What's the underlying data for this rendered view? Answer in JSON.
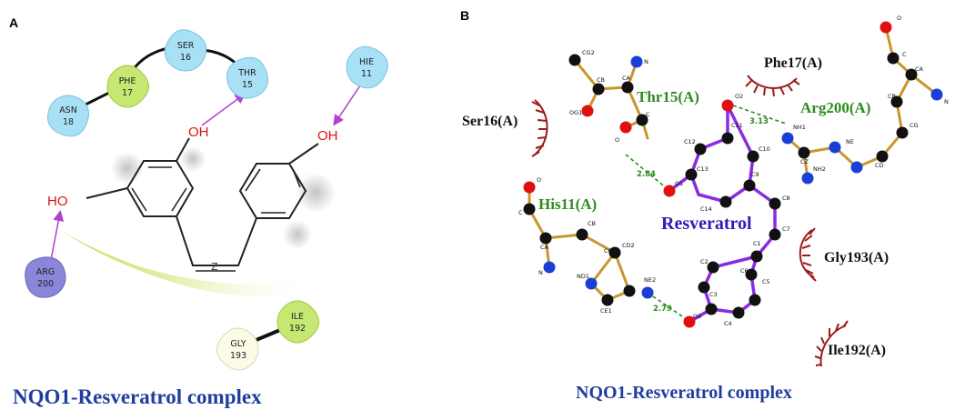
{
  "panel_a": {
    "letter": "A",
    "caption": "NQO1-Resveratrol complex",
    "residues": {
      "asn18": {
        "name": "ASN",
        "num": "18"
      },
      "phe17": {
        "name": "PHE",
        "num": "17"
      },
      "ser16": {
        "name": "SER",
        "num": "16"
      },
      "thr15": {
        "name": "THR",
        "num": "15"
      },
      "hie11": {
        "name": "HIE",
        "num": "11"
      },
      "arg200": {
        "name": "ARG",
        "num": "200"
      },
      "gly193": {
        "name": "GLY",
        "num": "193"
      },
      "ile192": {
        "name": "ILE",
        "num": "192"
      }
    },
    "atoms": {
      "oh_top": "OH",
      "oh_right": "OH",
      "ho_left": "HO",
      "z_mark": "Z"
    },
    "colors": {
      "polar": "#a8e0f5",
      "hydrophobic": "#c6e873",
      "positive": "#8a86d9",
      "hbond_arrow": "#b040d0"
    }
  },
  "panel_b": {
    "letter": "B",
    "caption": "NQO1-Resveratrol complex",
    "ligand_name": "Resveratrol",
    "hbond_residues": {
      "thr15": "Thr15(A)",
      "his11": "His11(A)",
      "arg200": "Arg200(A)"
    },
    "hydrophobic_residues": {
      "ser16": "Ser16(A)",
      "phe17": "Phe17(A)",
      "gly193": "Gly193(A)",
      "ile192": "Ile192(A)"
    },
    "distances": {
      "d1": "2.84",
      "d2": "3.13",
      "d3": "2.79"
    },
    "atom_labels": {
      "thr_cg2": "CG2",
      "thr_n": "N",
      "thr_cb": "CB",
      "thr_ca": "CA",
      "thr_og1": "OG1",
      "thr_c": "C",
      "thr_o": "O",
      "his_o": "O",
      "his_c": "C",
      "his_cb": "CB",
      "his_ca": "CA",
      "his_n": "N",
      "his_cg": "CG",
      "his_cd2": "CD2",
      "his_nd1": "ND1",
      "his_ne2": "NE2",
      "his_ce1": "CE1",
      "arg_o": "O",
      "arg_c": "C",
      "arg_ca": "CA",
      "arg_n": "N",
      "arg_cb": "CB",
      "arg_cg": "CG",
      "arg_cd": "CD",
      "arg_ne": "NE",
      "arg_nh1": "NH1",
      "arg_cz": "CZ",
      "arg_nh2": "NH2",
      "lig_o2": "O2",
      "lig_c11": "C11",
      "lig_c12": "C12",
      "lig_c10": "C10",
      "lig_o1": "O1",
      "lig_c13": "C13",
      "lig_c9": "C9",
      "lig_c14": "C14",
      "lig_c8": "C8",
      "lig_c7": "C7",
      "lig_c1": "C1",
      "lig_c2": "C2",
      "lig_c6": "C6",
      "lig_c5": "C5",
      "lig_c3": "C3",
      "lig_c4": "C4",
      "lig_o3": "O3"
    },
    "colors": {
      "ligand_bond": "#8a2be2",
      "protein_bond": "#c8962e",
      "carbon": "#111111",
      "oxygen": "#e01010",
      "nitrogen": "#1a3fd6",
      "hbond": "#2e8b1f",
      "hydrophobic_arc": "#9b1b1b"
    }
  }
}
